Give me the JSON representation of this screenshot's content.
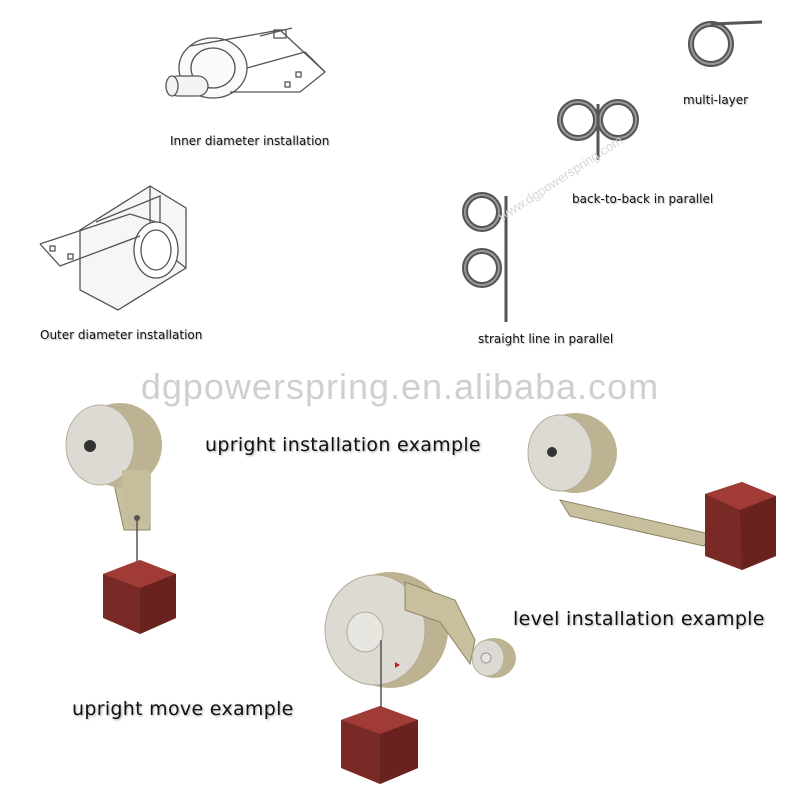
{
  "labels": {
    "inner_diameter": "Inner diameter installation",
    "outer_diameter": "Outer diameter installation",
    "multi_layer": "multi-layer",
    "back_to_back": "back-to-back in parallel",
    "straight_line": "straight line in parallel",
    "upright_installation": "upright installation example",
    "level_installation": "level installation example",
    "upright_move": "upright move example"
  },
  "watermark": {
    "main": "dgpowerspring.en.alibaba.com",
    "diagonal": "www.dgpowerspring.com"
  },
  "colors": {
    "spring_tan": "#c8bf9e",
    "spring_dark": "#8f8566",
    "drum_face": "#dcdad3",
    "weight_red": "#7a2a26",
    "outline": "#444444",
    "watermark": "#cfcfcf"
  }
}
